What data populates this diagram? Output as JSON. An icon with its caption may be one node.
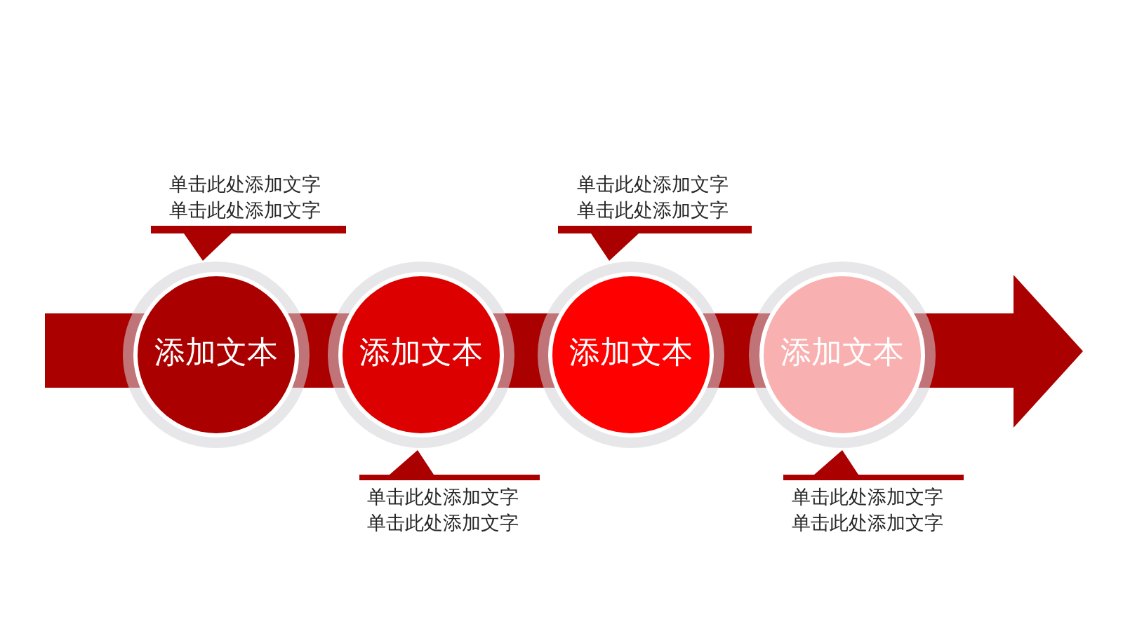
{
  "diagram": {
    "nodes": [
      {
        "text": [
          "单击此处添加文字单击此处添加文字"
        ]
      },
      {
        "text": [
          "单击此处添加文字单击此处添加文字"
        ]
      },
      {
        "text": [
          "添加文本"
        ]
      },
      {
        "text": [
          "添加文本"
        ]
      },
      {
        "text": [
          "添加文本"
        ]
      },
      {
        "text": [
          "添加文本"
        ]
      },
      {
        "text": [
          "单击此处添加文字单击此处添加文字"
        ]
      },
      {
        "text": [
          "单击此处添加文字单击此处添加文字"
        ]
      }
    ]
  }
}
